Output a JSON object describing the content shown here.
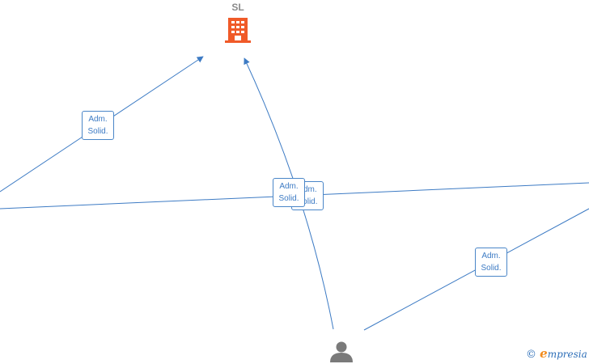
{
  "nodes": {
    "company": {
      "label": "SL",
      "icon": "building-icon",
      "color": "#f05a28"
    },
    "person": {
      "icon": "person-icon",
      "color": "#7a7a7a"
    }
  },
  "edge_labels": [
    {
      "line1": "Adm.",
      "line2": "Solid."
    },
    {
      "line1": "Adm.",
      "line2": "Solid."
    },
    {
      "line1": "Adm.",
      "line2": "Solid."
    },
    {
      "line1": "Adm.",
      "line2": "Solid."
    }
  ],
  "colors": {
    "edge": "#3d7bc4"
  },
  "watermark": {
    "copyright": "©",
    "e_letter": "e",
    "brand_rest": "mpresia"
  }
}
